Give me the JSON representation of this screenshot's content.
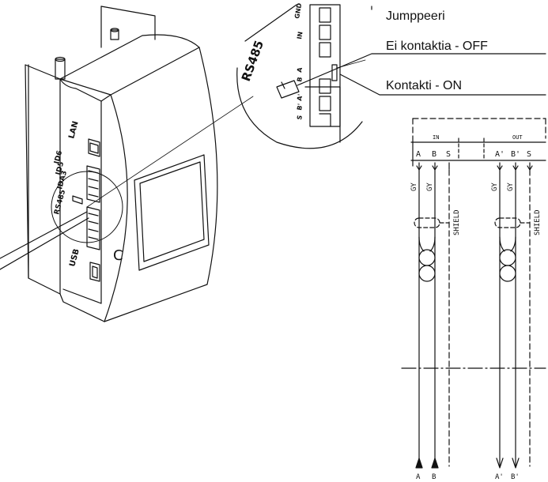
{
  "callouts": {
    "jumper": "Jumppeeri",
    "no_contact": "Ei kontaktia - OFF",
    "contact": "Kontakti - ON"
  },
  "device": {
    "lan": "LAN",
    "id6": "ID6",
    "id5": "ID5",
    "ida3": "IDA3",
    "rs485": "RS485",
    "usb": "USB",
    "panel_mark": "C"
  },
  "zoom": {
    "rs485": "RS485",
    "gnd": "GND",
    "in": "IN",
    "a": "A",
    "b": "B",
    "a2": "A'",
    "b2": "B'",
    "s": "S"
  },
  "wiring": {
    "in_label": "IN",
    "out_label": "OUT",
    "terminals": [
      "A",
      "B",
      "S",
      "A'",
      "B'",
      "S"
    ],
    "wire_color": "GY",
    "shield": "SHIELD",
    "bottom": [
      "A",
      "B",
      "A'",
      "B'"
    ]
  }
}
